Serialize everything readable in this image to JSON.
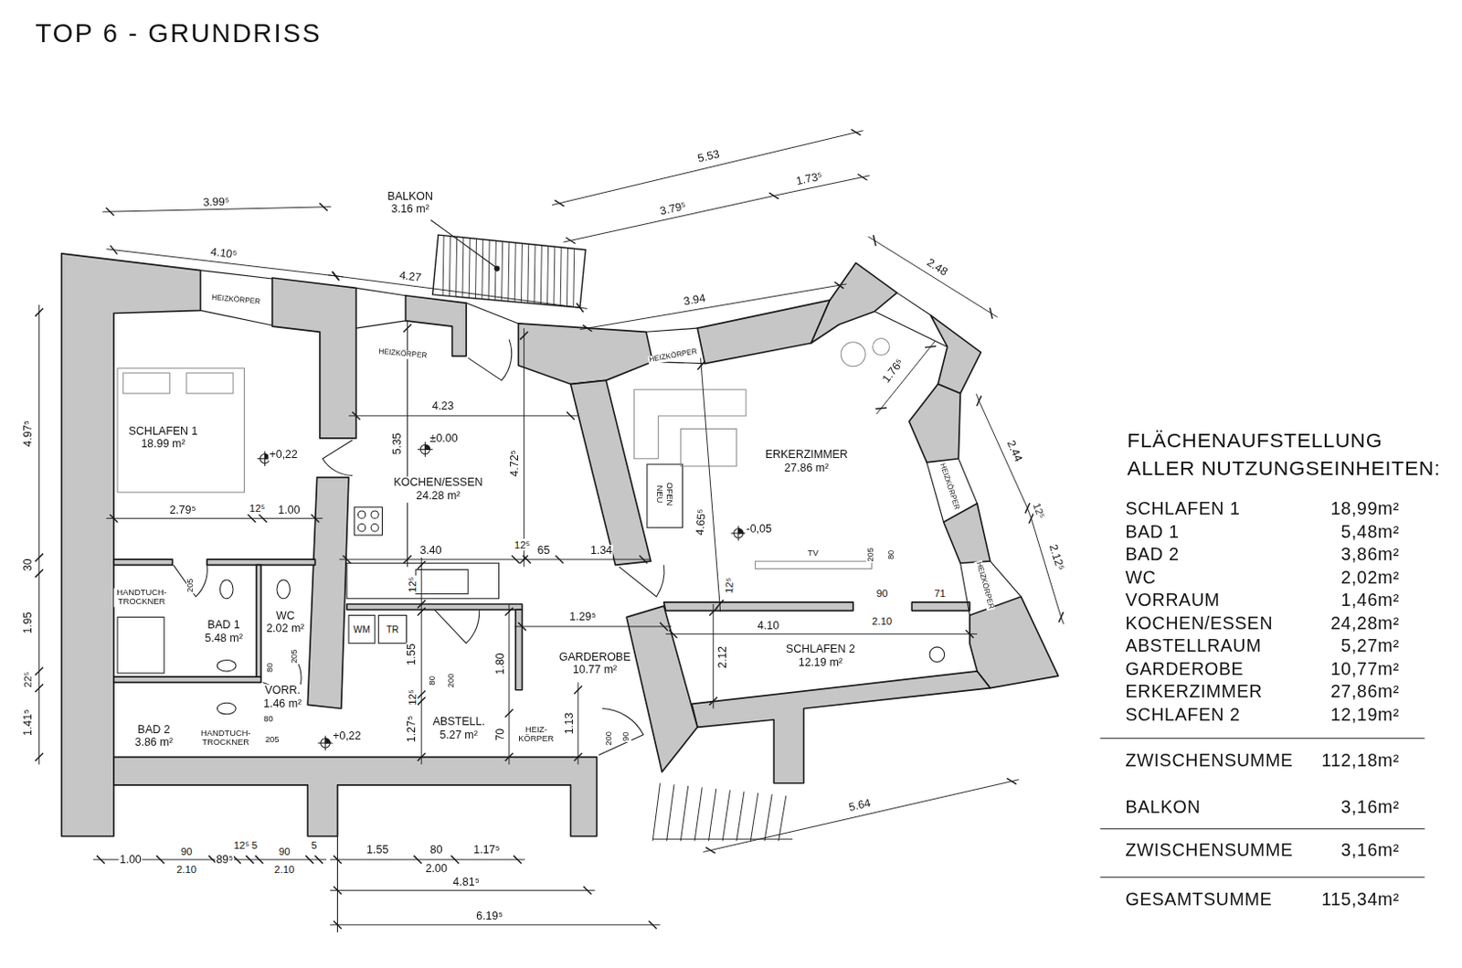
{
  "diagram": {
    "title": "TOP 6 - GRUNDRISS",
    "nodes": [
      {
        "text": [
          "BALKON",
          "3.16 m²"
        ]
      },
      {
        "text": [
          "SCHLAFEN 1",
          "18.99 m²"
        ]
      },
      {
        "text": [
          "KOCHEN/ESSEN",
          "24.28 m²"
        ]
      },
      {
        "text": [
          "ERKERZIMMER",
          "27.86 m²"
        ]
      },
      {
        "text": [
          "BAD 1",
          "5.48 m²"
        ]
      },
      {
        "text": [
          "WC",
          "2.02 m²"
        ]
      },
      {
        "text": [
          "VORR.",
          "1.46 m²"
        ]
      },
      {
        "text": [
          "BAD 2",
          "3.86 m²"
        ]
      },
      {
        "text": [
          "ABSTELL.",
          "5.27 m²"
        ]
      },
      {
        "text": [
          "GARDEROBE",
          "10.77 m²"
        ]
      },
      {
        "text": [
          "SCHLAFEN 2",
          "12.19 m²"
        ]
      }
    ],
    "labels": [
      "3.99⁵",
      "4.10⁵",
      "4.27",
      "5.53",
      "3.79⁵",
      "1.73⁵",
      "3.94",
      "2.48",
      "HEIZKÖRPER",
      "HEIZKÖRPER",
      "HEIZKÖRPER",
      "1.76⁵",
      "2.44",
      "12⁵",
      "2.12⁵",
      "HEIZKÖRPER",
      "HEIZKÖRPER",
      "4.97⁵",
      "30",
      "1.95",
      "22⁵",
      "1.41⁵",
      "+0,22",
      "5.35",
      "4.23",
      "±0.00",
      "4.72⁵",
      "OFEN NEU",
      "-0,05",
      "4.65⁵",
      "2.79⁵",
      "12⁵",
      "1.00",
      "3.40",
      "12⁵",
      "65",
      "1.34",
      "205",
      "80",
      "TV",
      "12⁵",
      "90",
      "71",
      "4.10",
      "2.10",
      "HANDTUCH- TROCKNER",
      "205",
      "WM",
      "TR",
      "12⁵",
      "1.29⁵",
      "2.12",
      "80",
      "205",
      "1.55",
      "80",
      "200",
      "1.80",
      "12⁵",
      "1.27⁵",
      "70",
      "1.13",
      "80",
      "HANDTUCH- TROCKNER",
      "205",
      "+0,22",
      "HEIZ- KÖRPER",
      "200",
      "90",
      "5.64",
      "1.00",
      "90",
      "2.10",
      "89⁵",
      "12⁵",
      "5",
      "90",
      "2.10",
      "5",
      "1.55",
      "80",
      "2.00",
      "1.17⁵",
      "4.81⁵",
      "6.19⁵",
      "FLÄCHENAUFSTELLUNG",
      "ALLER NUTZUNGSEINHEITEN:",
      "SCHLAFEN 1",
      "18,99m²",
      "BAD 1",
      "5,48m²",
      "BAD 2",
      "3,86m²",
      "WC",
      "2,02m²",
      "VORRAUM",
      "1,46m²",
      "KOCHEN/ESSEN",
      "24,28m²",
      "ABSTELLRAUM",
      "5,27m²",
      "GARDEROBE",
      "10,77m²",
      "ERKERZIMMER",
      "27,86m²",
      "SCHLAFEN 2",
      "12,19m²",
      "ZWISCHENSUMME",
      "112,18m²",
      "BALKON",
      "3,16m²",
      "ZWISCHENSUMME",
      "3,16m²",
      "GESAMTSUMME",
      "115,34m²"
    ]
  }
}
